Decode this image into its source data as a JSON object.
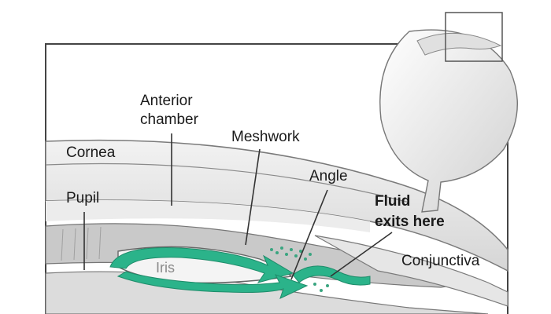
{
  "labels": {
    "anterior_chamber_1": "Anterior",
    "anterior_chamber_2": "chamber",
    "cornea": "Cornea",
    "meshwork": "Meshwork",
    "angle": "Angle",
    "pupil": "Pupil",
    "fluid_1": "Fluid",
    "fluid_2": "exits here",
    "conjunctiva": "Conjunctiva",
    "iris": "Iris"
  },
  "colors": {
    "fluid": "#2bb38a",
    "tissue": "#d9d9d9",
    "outline": "#6a6a6a"
  }
}
